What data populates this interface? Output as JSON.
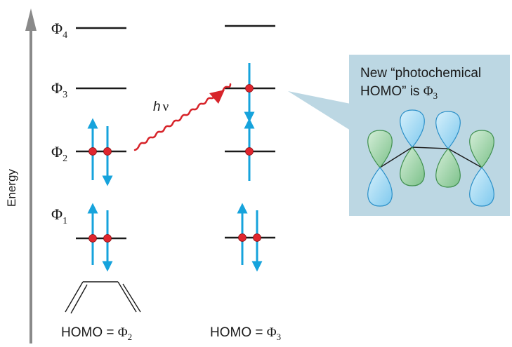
{
  "axis": {
    "label": "Energy"
  },
  "levels_left": {
    "phi4": {
      "symbol": "Φ",
      "sub": "4"
    },
    "phi3": {
      "symbol": "Φ",
      "sub": "3"
    },
    "phi2": {
      "symbol": "Φ",
      "sub": "2"
    },
    "phi1": {
      "symbol": "Φ",
      "sub": "1"
    }
  },
  "photon": {
    "label_h": "h",
    "label_nu": "ν"
  },
  "captions": {
    "left": {
      "text": "HOMO = ",
      "symbol": "Φ",
      "sub": "2"
    },
    "right": {
      "text": "HOMO = ",
      "symbol": "Φ",
      "sub": "3"
    }
  },
  "callout": {
    "line1": "New “photochemical",
    "line2": "HOMO” is ",
    "symbol": "Φ",
    "sub": "3",
    "background_color": "#bcd7e3"
  },
  "colors": {
    "electron_arrow": "#16a3dc",
    "electron_dot": "#e0262e",
    "photon": "#d7242a",
    "lobe_blue": "#a7dcf5",
    "lobe_green": "#9fd4a8",
    "axis": "#8a8a8a"
  }
}
